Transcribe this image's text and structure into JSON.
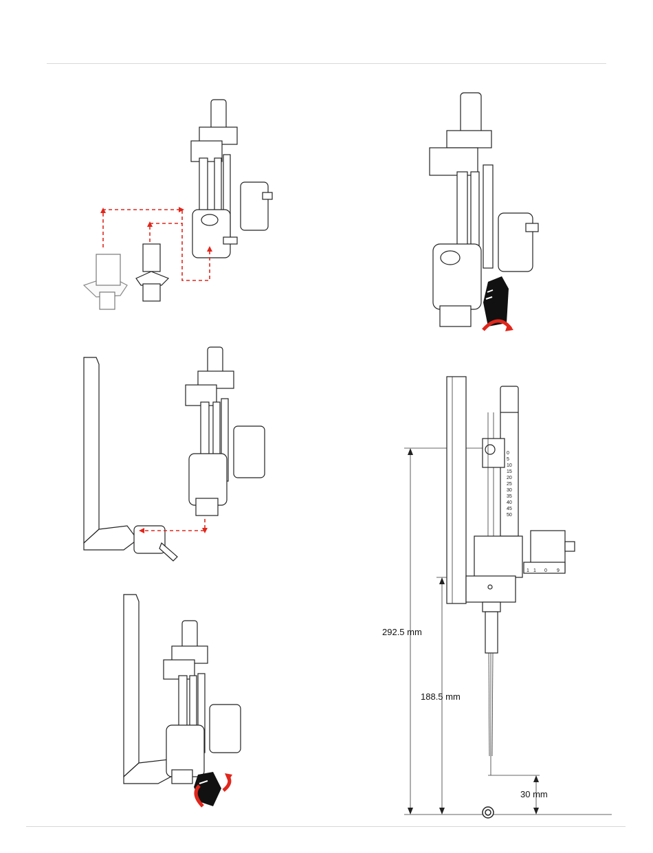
{
  "figures": {
    "dimensions": {
      "overall_height": "292.5 mm",
      "mount_height": "188.5 mm",
      "tip_clearance": "30 mm",
      "scale_marks": [
        "0",
        "5",
        "10",
        "15",
        "20",
        "25",
        "30",
        "35",
        "40",
        "45",
        "50"
      ],
      "vernier_marks": [
        "1",
        "1",
        "0",
        "9"
      ]
    }
  },
  "colors": {
    "accent": "#e0261b",
    "line": "#222222",
    "hand": "#111111"
  },
  "icons": [
    "hand-icon",
    "rotate-arrow-icon"
  ]
}
